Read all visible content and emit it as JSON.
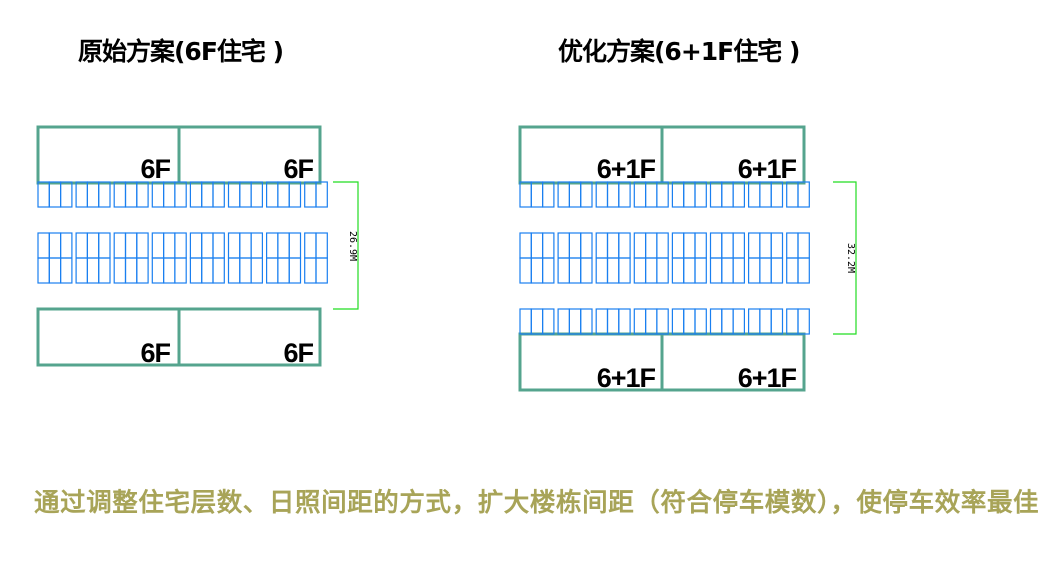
{
  "left_plan": {
    "title": "原始方案(6F住宅 )",
    "floors": [
      "6F",
      "6F",
      "6F",
      "6F"
    ],
    "spacing_label": "26.9M",
    "parking_rows": [
      "single",
      "double"
    ]
  },
  "right_plan": {
    "title": "优化方案(6+1F住宅 )",
    "floors": [
      "6+1F",
      "6+1F",
      "6+1F",
      "6+1F"
    ],
    "spacing_label": "32.2M",
    "parking_rows": [
      "single",
      "double",
      "single"
    ]
  },
  "caption": "通过调整住宅层数、日照间距的方式，扩大楼栋间距（符合停车模数），使停车效率最佳",
  "colors": {
    "building": "#55a48e",
    "parking": "#1a7ff0",
    "dimension": "#22dd22",
    "caption": "#a8a458"
  }
}
